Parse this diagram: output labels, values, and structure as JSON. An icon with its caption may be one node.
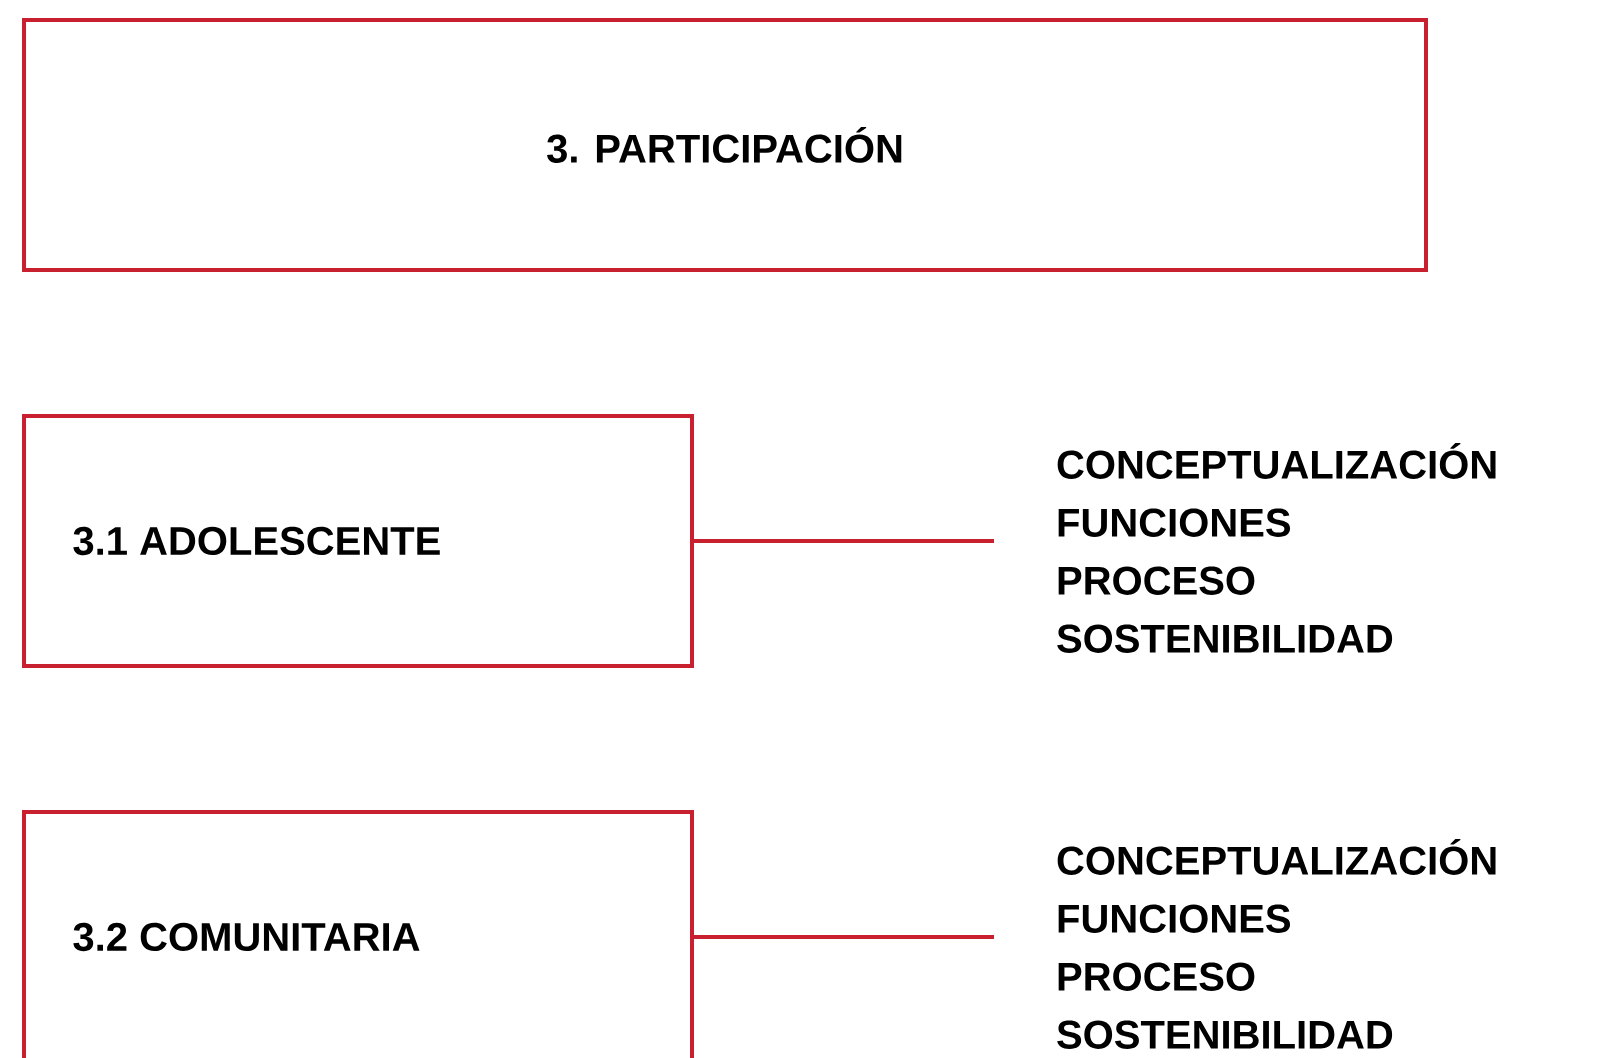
{
  "diagram": {
    "nodes": [
      {
        "text": [
          "3. PARTICIPACIÓN"
        ]
      },
      {
        "text": [
          "3.1 ADOLESCENTE"
        ]
      },
      {
        "text": [
          "CONCEPTUALIZACIÓN",
          "FUNCIONES",
          "PROCESO",
          "SOSTENIBILIDAD"
        ]
      },
      {
        "text": [
          "3.2 COMUNITARIA"
        ]
      },
      {
        "text": [
          "CONCEPTUALIZACIÓN",
          "FUNCIONES",
          "PROCESO",
          "SOSTENIBILIDAD"
        ]
      }
    ],
    "edges": [
      {
        "from": 1,
        "to": 2,
        "arrow": "none"
      },
      {
        "from": 3,
        "to": 4,
        "arrow": "none"
      }
    ]
  }
}
